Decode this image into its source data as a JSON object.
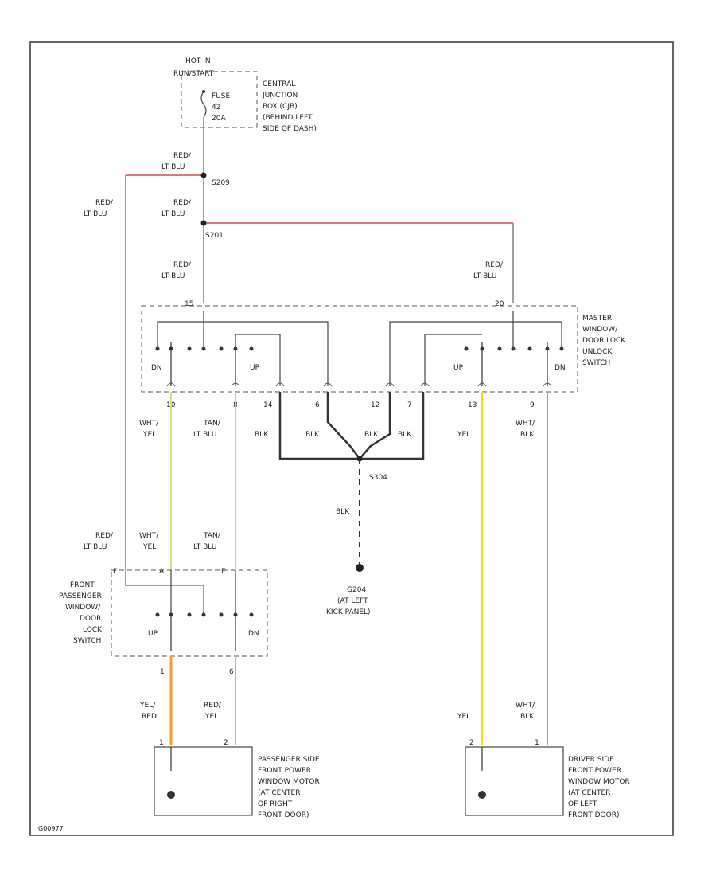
{
  "colors": {
    "gray": "#a0a0a0",
    "red": "#e07878",
    "yellow_green": "#d8e080",
    "green": "#a8dca8",
    "black": "#333333",
    "yellow": "#f0e020",
    "orange": "#f0a030",
    "salmon": "#f0a080"
  },
  "power": {
    "hot_in": "HOT IN",
    "hot_in_2": "RUN/START",
    "fuse": [
      "FUSE",
      "42",
      "20A"
    ],
    "junction": [
      "CENTRAL",
      "JUNCTION",
      "BOX (CJB)",
      "(BEHIND LEFT",
      "SIDE OF DASH)"
    ]
  },
  "splices": {
    "s1": "S209",
    "s2": "S201",
    "s3": "S304"
  },
  "wires": {
    "red_lt_blu": [
      "RED/",
      "LT BLU"
    ],
    "wht_yel": [
      "WHT/",
      "YEL"
    ],
    "tan_lt_blu": [
      "TAN/",
      "LT BLU"
    ],
    "blk": "BLK",
    "yel": "YEL",
    "wht_blk": [
      "WHT/",
      "BLK"
    ],
    "yel_red": [
      "YEL/",
      "RED"
    ],
    "red_yel": [
      "RED/",
      "YEL"
    ]
  },
  "master": {
    "label": [
      "MASTER",
      "WINDOW/",
      "DOOR LOCK",
      "UNLOCK",
      "SWITCH"
    ],
    "dn": "DN",
    "up": "UP",
    "top_pins": [
      "15",
      "20"
    ],
    "bottom_pins": [
      "10",
      "8",
      "14",
      "6",
      "12",
      "7",
      "13",
      "9"
    ]
  },
  "ground": {
    "label": [
      "G204",
      "(AT LEFT",
      "KICK PANEL)"
    ]
  },
  "passenger_switch": {
    "label": [
      "FRONT",
      "PASSENGER",
      "WINDOW/",
      "DOOR",
      "LOCK",
      "SWITCH"
    ],
    "up": "UP",
    "dn": "DN",
    "top_pins": [
      "F",
      "A",
      "E"
    ],
    "bottom_pins": [
      "1",
      "6"
    ]
  },
  "passenger_motor": {
    "label": [
      "PASSENGER SIDE",
      "FRONT POWER",
      "WINDOW MOTOR",
      "(AT CENTER",
      "OF RIGHT",
      "FRONT DOOR)"
    ],
    "pins": [
      "1",
      "2"
    ]
  },
  "driver_motor": {
    "label": [
      "DRIVER SIDE",
      "FRONT POWER",
      "WINDOW MOTOR",
      "(AT CENTER",
      "OF LEFT",
      "FRONT DOOR)"
    ],
    "pins": [
      "2",
      "1"
    ]
  },
  "footer_id": "G00977"
}
